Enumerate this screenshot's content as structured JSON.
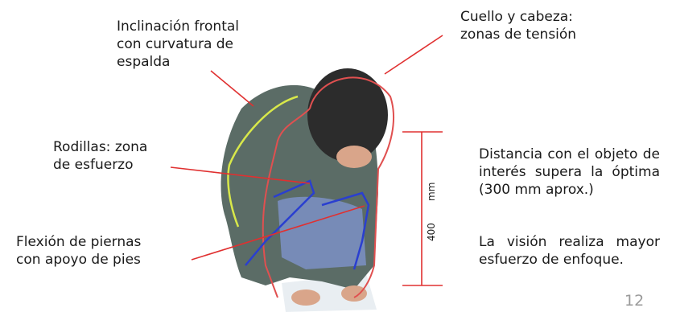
{
  "labels": {
    "inclinacion": "Inclinación frontal\ncon curvatura de\nespalda",
    "cuello": "Cuello y cabeza:\nzonas de tensión",
    "rodillas": "Rodillas: zona\nde esfuerzo",
    "flexion": "Flexión de piernas\ncon apoyo de pies",
    "distancia": "Distancia con el objeto de interés supera la óptima (300 mm aprox.)",
    "vision": "La visión realiza mayor esfuerzo de enfoque."
  },
  "dimension": {
    "unit": "mm",
    "value": "400"
  },
  "page_number": "12",
  "colors": {
    "callout": "#e03030",
    "spine": "#d8e84a",
    "knees": "#2a3fd0",
    "outline": "#e05050",
    "jacket": "#5b6c66",
    "pants": "#7a8fc0",
    "hair": "#2c2c2c",
    "skin": "#d9a58a"
  }
}
